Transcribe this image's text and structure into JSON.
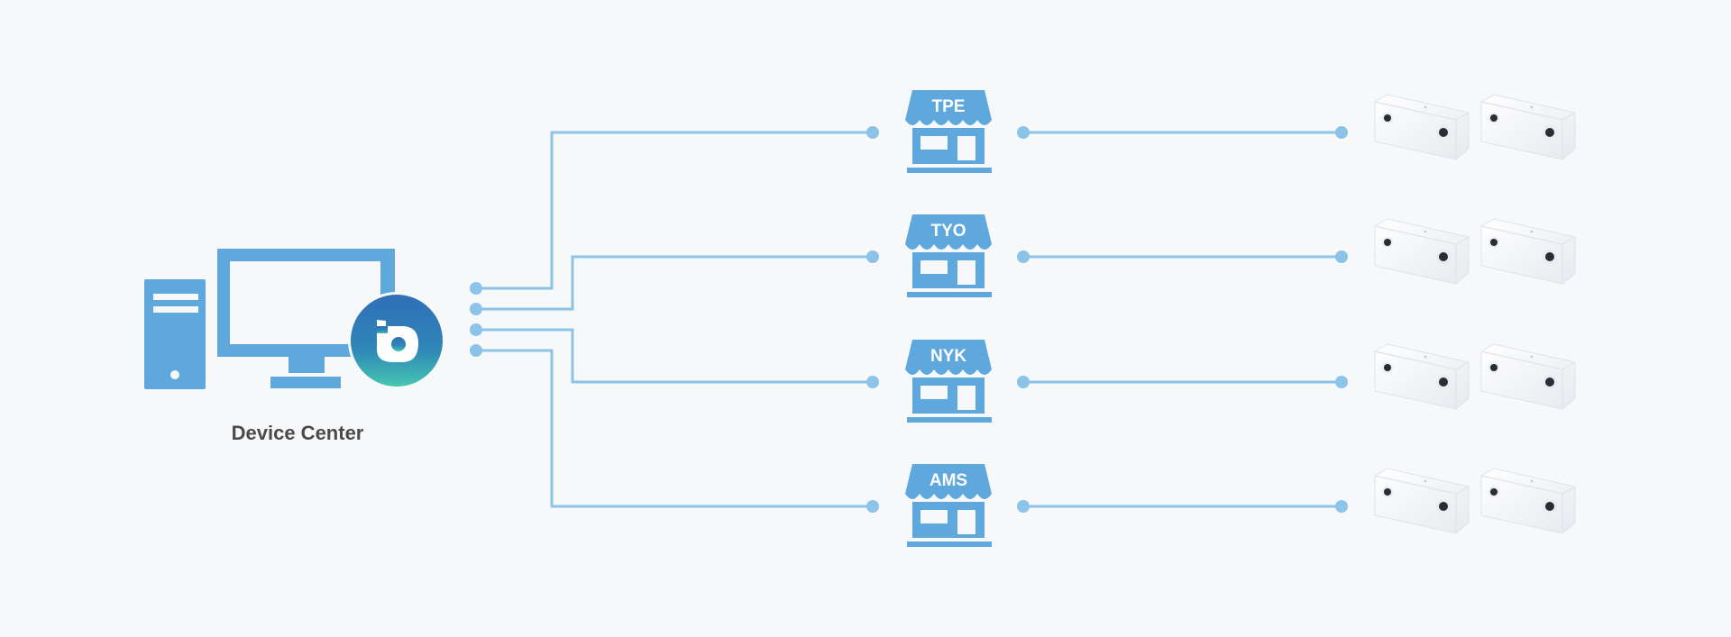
{
  "hub": {
    "label": "Device Center",
    "colors": {
      "device": "#5fa8de",
      "logo_top": "#2f73b8",
      "logo_bottom": "#3fc3b0",
      "line": "#8cc3e8"
    }
  },
  "stores": [
    {
      "code": "TPE",
      "sensors": 2
    },
    {
      "code": "TYO",
      "sensors": 2
    },
    {
      "code": "NYK",
      "sensors": 2
    },
    {
      "code": "AMS",
      "sensors": 2
    }
  ]
}
